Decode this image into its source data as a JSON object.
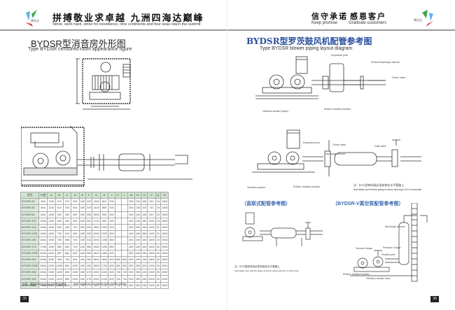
{
  "left_page": {
    "header": {
      "logo_text": "博业达",
      "slogan_cn": "拼搏敬业求卓越  九洲四海达巅峰",
      "slogan_en": "Strive, work hard, strive for excellence, nine continents and four seas reach the summit"
    },
    "title_cn": "BYDSR型消音房外形图",
    "title_en": "Type  BYDSR censored room appearance figure",
    "table": {
      "headers": [
        "型号",
        "口径",
        "A",
        "B",
        "C",
        "D",
        "E",
        "F",
        "G",
        "H",
        "J",
        "K",
        "L",
        "M",
        "N",
        "O",
        "P",
        "Q",
        "R"
      ],
      "rows": [
        [
          "BYDSR-50",
          "50A",
          "1230",
          "470",
          "270",
          "500",
          "180",
          "225",
          "1300",
          "810",
          "200",
          "-",
          "-",
          "300",
          "120",
          "105",
          "810",
          "16",
          "1300"
        ],
        [
          "BYDSR-65",
          "65A",
          "1230",
          "510",
          "310",
          "500",
          "180",
          "225",
          "1400",
          "850",
          "200",
          "-",
          "-",
          "300",
          "130",
          "115",
          "710",
          "16",
          "1300"
        ],
        [
          "BYDSR-80",
          "80A",
          "1430",
          "530",
          "330",
          "600",
          "180",
          "250",
          "1600",
          "900",
          "300",
          "-",
          "-",
          "400",
          "140",
          "135",
          "810",
          "19",
          "1500"
        ],
        [
          "BYDSR-100",
          "100A",
          "1430",
          "640",
          "440",
          "600",
          "180",
          "250",
          "1700",
          "960",
          "300",
          "-",
          "-",
          "400",
          "140",
          "150",
          "1000",
          "19",
          "1500"
        ],
        [
          "BYDSR-125",
          "125A",
          "1630",
          "640",
          "440",
          "700",
          "180",
          "290",
          "1800",
          "1050",
          "300",
          "-",
          "-",
          "400",
          "150",
          "165",
          "1400",
          "21",
          "1600"
        ],
        [
          "BYDSR-125L",
          "125A",
          "1630",
          "750",
          "610",
          "650",
          "180",
          "290",
          "2000",
          "1200",
          "300",
          "-",
          "-",
          "400",
          "160",
          "165",
          "1400",
          "21",
          "1600"
        ],
        [
          "BYDSR-150",
          "150A",
          "1930",
          "750",
          "550",
          "700",
          "180",
          "310",
          "2200",
          "1250",
          "350",
          "-",
          "-",
          "450",
          "160",
          "160",
          "1600",
          "24",
          "2000"
        ],
        [
          "BYDSR-175",
          "175A",
          "1930",
          "850",
          "600",
          "700",
          "180",
          "350",
          "2300",
          "1250",
          "350",
          "-",
          "-",
          "450",
          "160",
          "160",
          "1600",
          "24",
          "2000"
        ],
        [
          "BYDSR-200E",
          "200A",
          "2030",
          "857",
          "662",
          "800",
          "180",
          "350",
          "2400",
          "1450",
          "400",
          "-",
          "-",
          "500",
          "160",
          "190",
          "1800",
          "26",
          "2000"
        ],
        [
          "BYDSR-200",
          "200A",
          "2030",
          "905",
          "705",
          "800",
          "180",
          "350",
          "2600",
          "1600",
          "400",
          "600",
          "500",
          "500",
          "160",
          "190",
          "1800",
          "26",
          "2000"
        ],
        [
          "BYDSR-250E",
          "250A",
          "2230",
          "1050",
          "800",
          "1000",
          "180",
          "430",
          "2800",
          "1700",
          "500",
          "500",
          "500",
          "500",
          "250",
          "220",
          "2000",
          "30",
          "2000"
        ],
        [
          "BYDSR-250",
          "250A",
          "2330",
          "1100",
          "850",
          "1100",
          "180",
          "475",
          "3000",
          "2100",
          "400",
          "745",
          "745",
          "500",
          "250",
          "220",
          "2000",
          "30",
          "2200"
        ],
        [
          "BYDSR-300",
          "300A",
          "2930",
          "1100",
          "850",
          "1100",
          "180",
          "475",
          "3000",
          "2100",
          "400",
          "745",
          "745",
          "500",
          "250",
          "245",
          "2000",
          "40",
          "2200"
        ],
        [
          "BYDSR-350",
          "350A",
          "3000",
          "1560",
          "1105",
          "1200",
          "180",
          "475",
          "3500",
          "2100",
          "400",
          "745",
          "745",
          "500",
          "350",
          "245",
          "2000",
          "40",
          "2500"
        ]
      ]
    },
    "note_cn": "注意：重量中不包括抽送消音器重量",
    "note_en": "Note: weight do not include motor muffler weight",
    "page_number": "35"
  },
  "right_page": {
    "header": {
      "slogan_cn_1": "信守承诺",
      "slogan_en_1": "Keep  promise",
      "slogan_cn_2": "感恩客户",
      "slogan_en_2": "Gratitude customers",
      "logo_text": "博业达"
    },
    "title_cn": "BYDSR型罗茨鼓风机配管参考图",
    "title_en": "Type  BYDSR blower piping layout diagram",
    "diagram1_labels": [
      "Expansion joint",
      "Vertical Discharge silencer",
      "Check valve",
      "Vibration isolator (base)",
      "Rubber vibration isolator"
    ],
    "diagram2_labels": [
      "Expansion joint",
      "Check valve",
      "Gate valve",
      "Discharge silencer",
      "Vibration isolator",
      "Rubber vibration isolator"
    ],
    "diagram2_note_cn": "注：BYD型单向阀必须安装在水平管路上",
    "diagram2_note_en": "Note:Make sure that the piping of check valve type DCV is horizontal",
    "subtitle_direct": "（直联式配管参考图）",
    "subtitle_vacuum": "（BYDSR-V真空泵配管参考图）",
    "diagram3_labels": [
      "Vacuum Gauge",
      "Pressure Gauge",
      "Discharge silencer",
      "Flexible joint",
      "Rubber vibration isolator",
      "Vibration isolator base"
    ],
    "page_number": "36"
  },
  "colors": {
    "title_blue": "#2a4f9e",
    "subtitle_blue": "#3a6ab0",
    "table_header_green": "#cfe3cf",
    "header_rule": "#9a9a9a"
  }
}
